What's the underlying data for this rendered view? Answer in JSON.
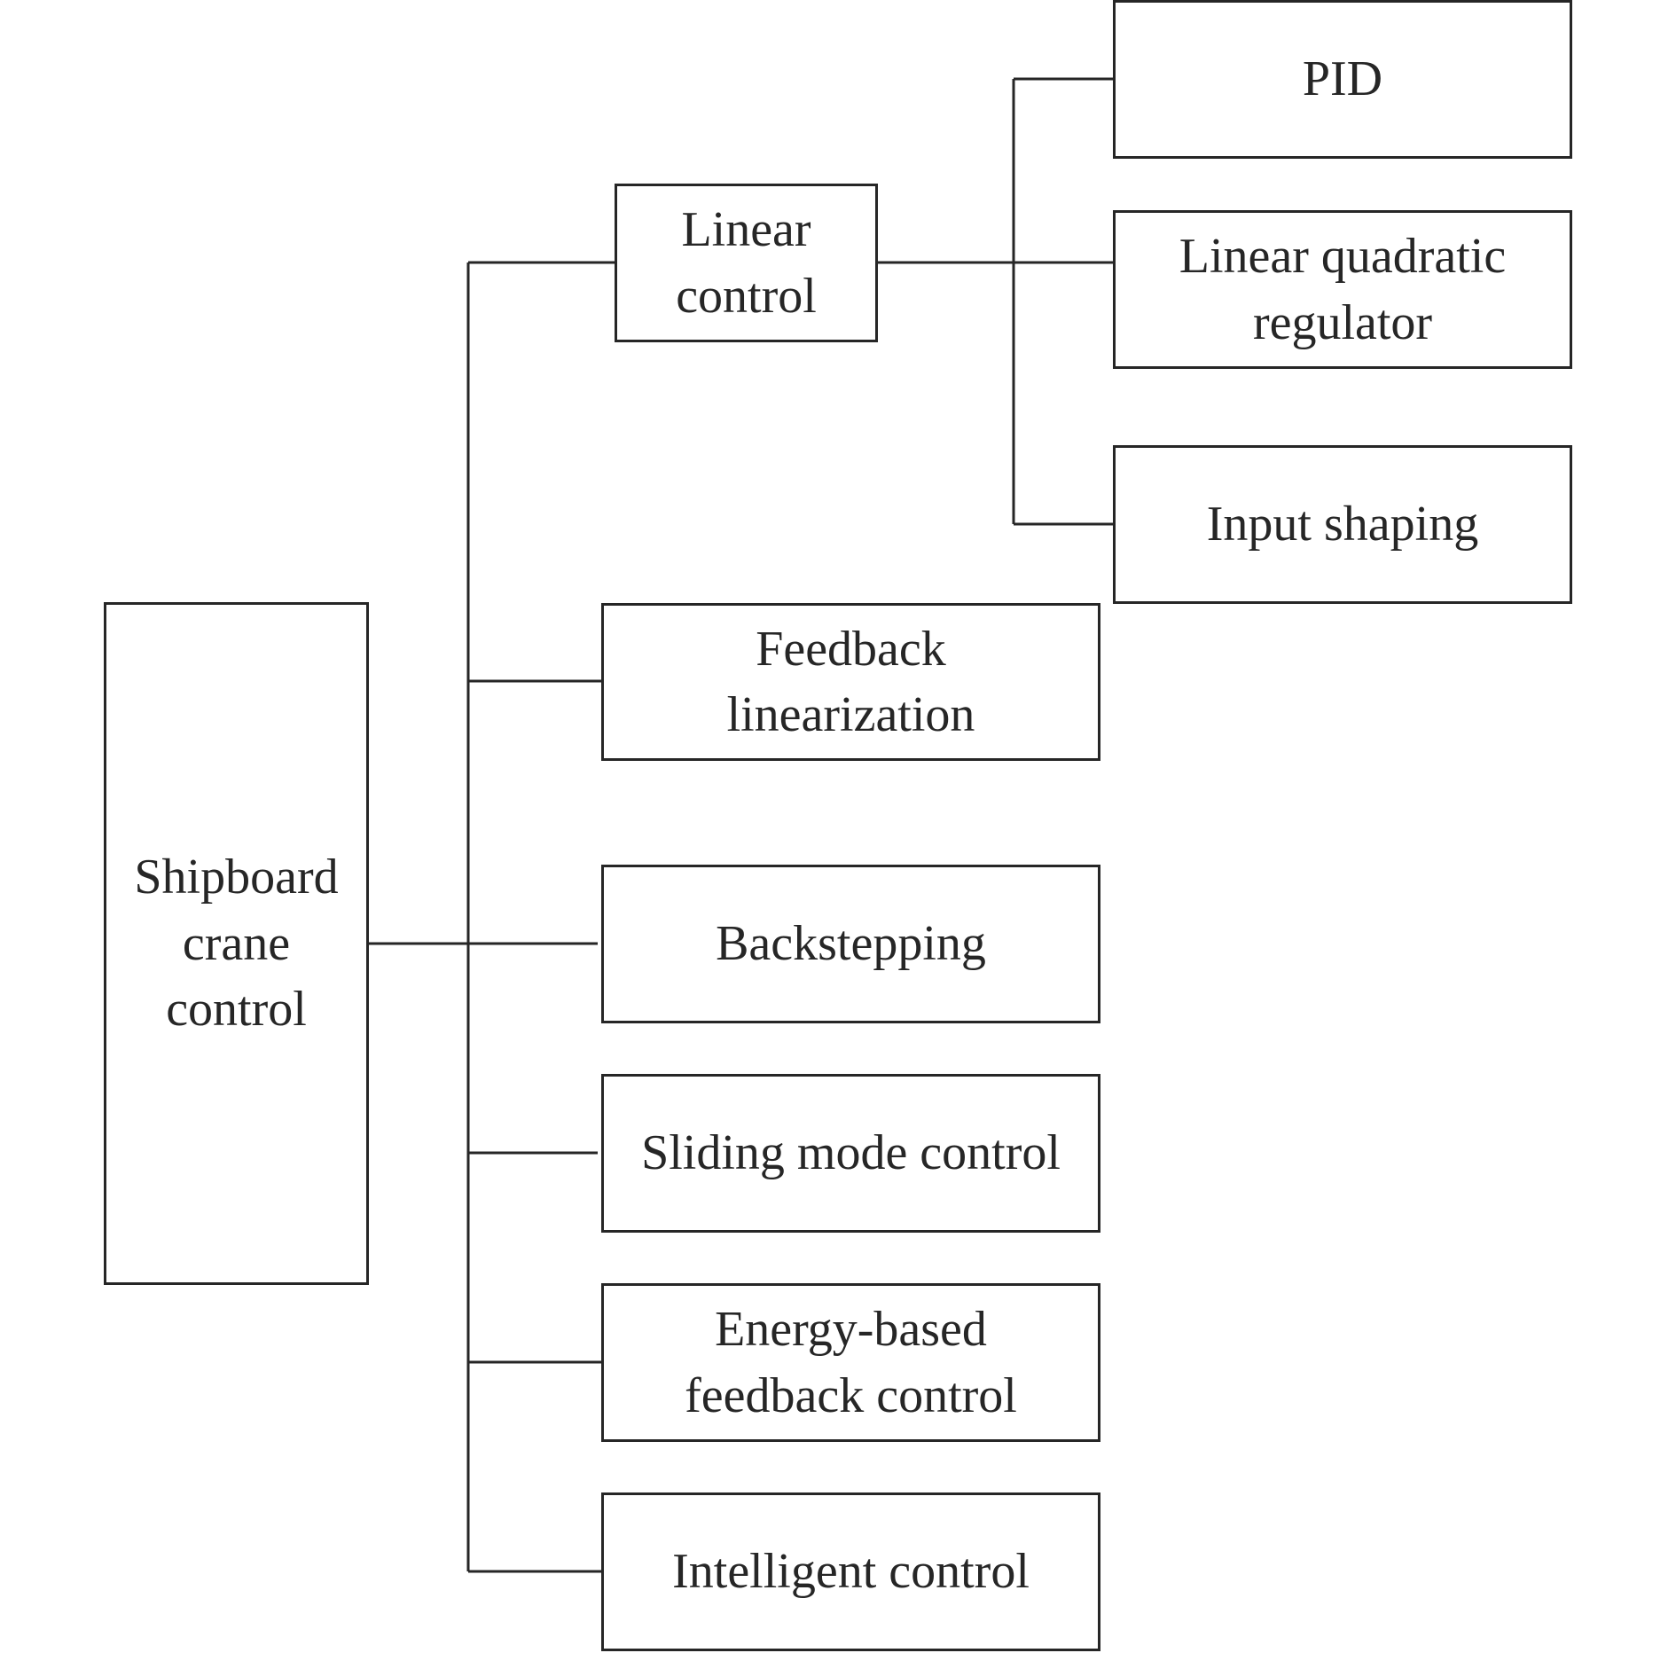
{
  "colors": {
    "line": "#262626",
    "background": "#ffffff"
  },
  "root": {
    "label_lines": [
      "Shipboard",
      "crane",
      "control"
    ]
  },
  "methods": [
    {
      "id": "linear",
      "label_lines": [
        "Linear",
        "control"
      ]
    },
    {
      "id": "feedback-linearization",
      "label_lines": [
        "Feedback",
        "linearization"
      ]
    },
    {
      "id": "backstepping",
      "label_lines": [
        "Backstepping"
      ]
    },
    {
      "id": "sliding-mode",
      "label_lines": [
        "Sliding mode control"
      ]
    },
    {
      "id": "energy-based",
      "label_lines": [
        "Energy-based",
        "feedback control"
      ]
    },
    {
      "id": "intelligent",
      "label_lines": [
        "Intelligent control"
      ]
    }
  ],
  "linear_subtypes": [
    {
      "id": "pid",
      "label_lines": [
        "PID"
      ]
    },
    {
      "id": "lqr",
      "label_lines": [
        "Linear quadratic",
        "regulator"
      ]
    },
    {
      "id": "input-shaping",
      "label_lines": [
        "Input shaping"
      ]
    }
  ]
}
